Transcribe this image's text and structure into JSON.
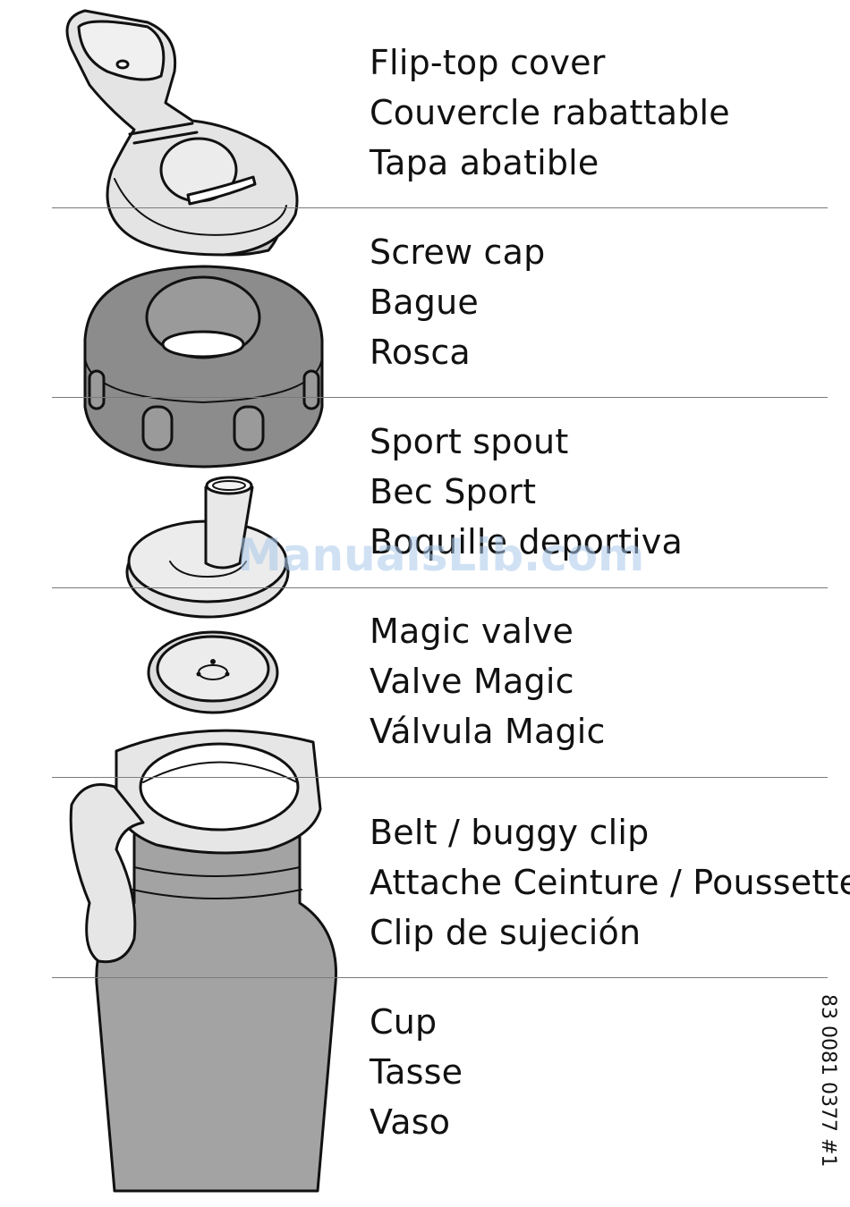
{
  "parts": [
    {
      "id": "flip-top-cover",
      "labels": [
        "Flip-top cover",
        "Couvercle rabattable",
        "Tapa abatible"
      ]
    },
    {
      "id": "screw-cap",
      "labels": [
        "Screw cap",
        "Bague",
        "Rosca"
      ]
    },
    {
      "id": "sport-spout",
      "labels": [
        "Sport spout",
        "Bec Sport",
        "Boquille deportiva"
      ]
    },
    {
      "id": "magic-valve",
      "labels": [
        "Magic valve",
        "Valve Magic",
        "Válvula Magic"
      ]
    },
    {
      "id": "belt-buggy-clip",
      "labels": [
        "Belt / buggy clip",
        "Attache Ceinture / Poussette",
        "Clip de sujeción"
      ]
    },
    {
      "id": "cup",
      "labels": [
        "Cup",
        "Tasse",
        "Vaso"
      ]
    }
  ],
  "part_code": "83 0081 0377 #1",
  "watermark": "ManualsLib.com",
  "colors": {
    "outline": "#111111",
    "light_grey": "#e6e6e6",
    "dark_grey": "#8c8c8c",
    "cup_grey": "#a3a3a3",
    "divider": "#7a7a7a"
  }
}
